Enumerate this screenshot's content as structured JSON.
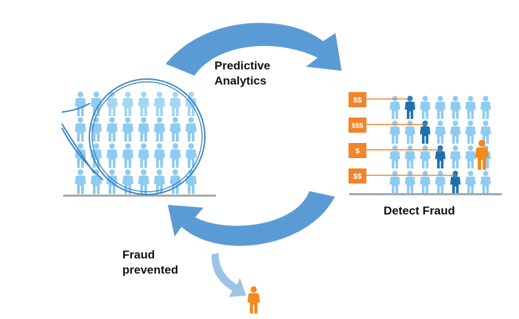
{
  "labels": {
    "predictive": [
      "Predictive",
      "Analytics"
    ],
    "detect": "Detect Fraud",
    "prevented": [
      "Fraud",
      "prevented"
    ]
  },
  "money_tags": [
    "$$",
    "$$$",
    "$",
    "$$"
  ],
  "colors": {
    "arrow": "#5b9bd5",
    "person_light": "#8ecbf1",
    "person_dark": "#1f6fae",
    "fraud_person": "#f28a1c",
    "tag": "#f2842a",
    "ground": "#a6a6a6",
    "ring": "#3a86c6"
  },
  "icons": [
    "person-icon",
    "dollar-tag-icon",
    "fraud-person-icon"
  ]
}
